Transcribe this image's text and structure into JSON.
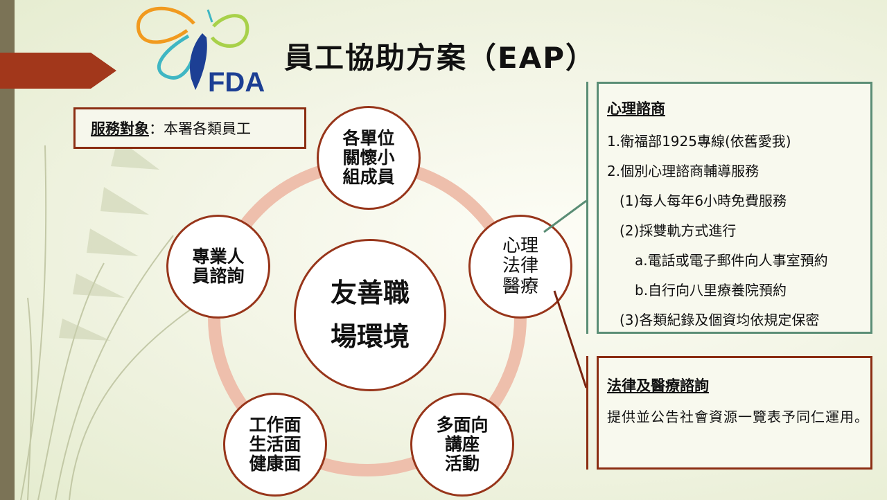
{
  "slide": {
    "title": "員工協助方案（EAP）",
    "logo_text": "FDA",
    "colors": {
      "accent_red": "#a2371b",
      "border_red": "#8b2d12",
      "panel_green": "#5a8d75",
      "ring": "#eebfac"
    }
  },
  "target": {
    "label": "服務對象",
    "separator": "：",
    "value": "本署各類員工"
  },
  "center": {
    "lines": [
      "友善職",
      "場環境"
    ]
  },
  "circles": {
    "top": [
      "各單位",
      "關懷小",
      "組成員"
    ],
    "right": [
      "心理",
      "法律",
      "醫療"
    ],
    "bottom_right": [
      "多面向",
      "講座",
      "活動"
    ],
    "bottom_left": [
      "工作面",
      "生活面",
      "健康面"
    ],
    "left": [
      "專業人",
      "員諮詢"
    ]
  },
  "counseling": {
    "heading": "心理諮商",
    "items": [
      "1.衛福部1925專線(依舊愛我)",
      "2.個別心理諮商輔導服務",
      "(1)每人每年6小時免費服務",
      "(2)採雙軌方式進行",
      "a.電話或電子郵件向人事室預約",
      "b.自行向八里療養院預約",
      "(3)各類紀錄及個資均依規定保密"
    ]
  },
  "legal": {
    "heading": "法律及醫療諮詢",
    "text": "提供並公告社會資源一覽表予同仁運用。"
  }
}
